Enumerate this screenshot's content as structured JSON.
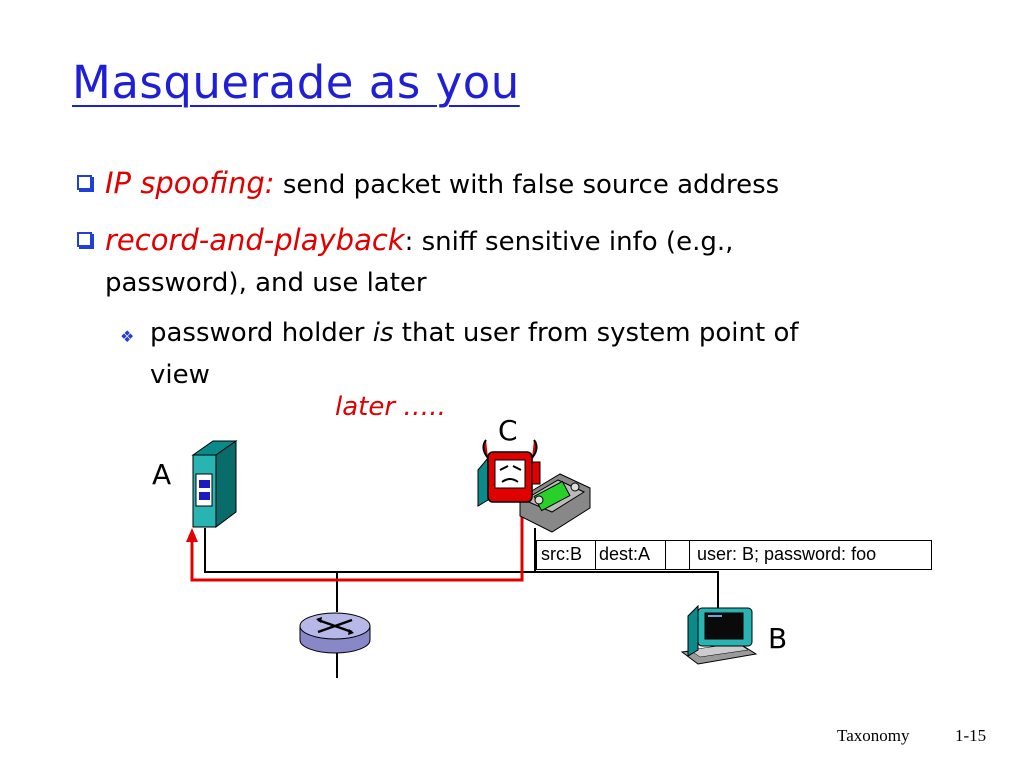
{
  "title": "Masquerade as you",
  "bullets": [
    {
      "emph": "IP spoofing:",
      "text": " send packet with false source address"
    },
    {
      "emph": "record-and-playback",
      "text": ": sniff sensitive info (e.g.,",
      "cont": "password), and use later"
    }
  ],
  "subbullet": {
    "pre": "password holder ",
    "emph": "is",
    "post": " that user from system point of",
    "cont": "view"
  },
  "annotation": "later …..",
  "nodes": {
    "a": "A",
    "b": "B",
    "c": "C"
  },
  "packet": {
    "src": "src:B",
    "dest": "dest:A",
    "payload": "user: B; password: foo"
  },
  "footer": {
    "section": "Taxonomy",
    "page": "1-15"
  },
  "colors": {
    "title": "#1f1fd6",
    "emphasis": "#e00000",
    "spoof_path": "#e00000"
  }
}
